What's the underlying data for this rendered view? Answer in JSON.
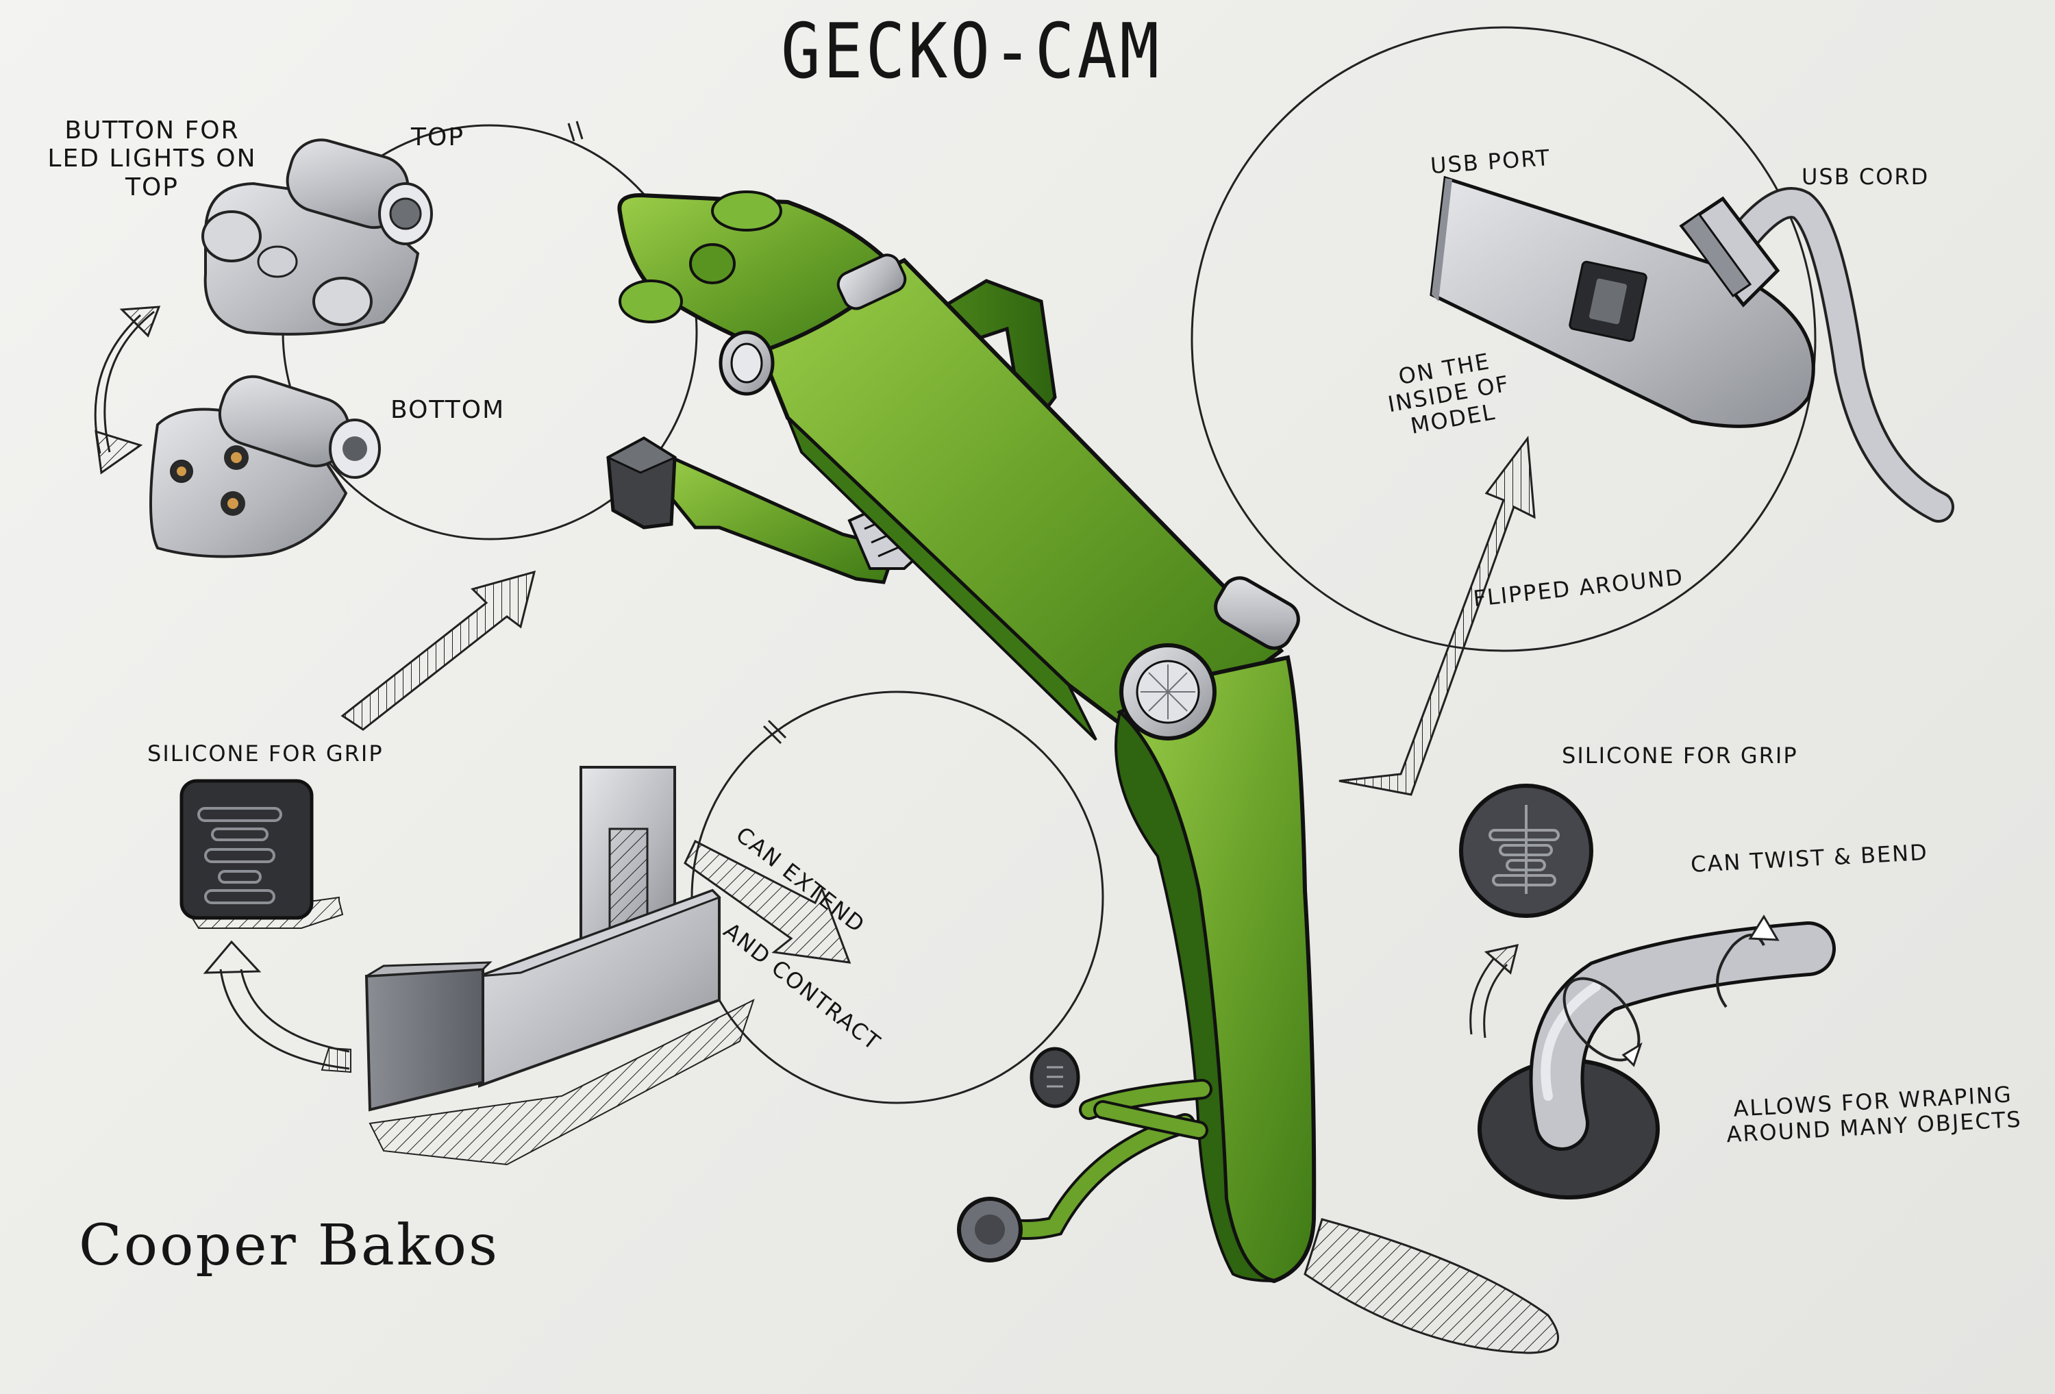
{
  "title": "GECKO-CAM",
  "author": "Cooper Bakos",
  "labels": {
    "button_led": "BUTTON FOR LED LIGHTS ON TOP",
    "top": "TOP",
    "bottom": "BOTTOM",
    "silicone_left": "SILICONE FOR GRIP",
    "can_extend": "CAN EXTEND",
    "and_contract": "AND CONTRACT",
    "usb_port": "USB PORT",
    "usb_cord": "USB CORD",
    "inside_model": "ON THE INSIDE OF MODEL",
    "flipped": "FLIPPED AROUND",
    "silicone_right": "SILICONE FOR GRIP",
    "twist_bend": "CAN TWIST & BEND",
    "wrapping": "ALLOWS FOR WRAPING AROUND MANY OBJECTS"
  },
  "colors": {
    "paper": "#efefec",
    "ink": "#151515",
    "green": "#6aa22a",
    "green_dark": "#3f7a16",
    "green_light": "#9acb4a",
    "gray": "#a9abb1",
    "gray_dark": "#555860",
    "gray_light": "#d3d5da",
    "charcoal": "#3a3c40"
  }
}
